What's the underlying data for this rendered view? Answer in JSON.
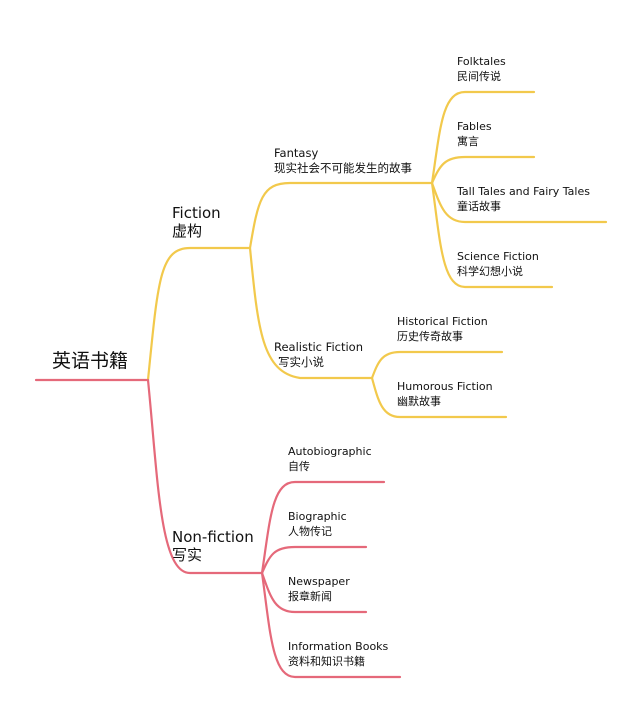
{
  "colors": {
    "fiction_branch": "#f2c94c",
    "nonfiction_branch": "#e5697a",
    "root_line": "#e5697a",
    "text": "#111111"
  },
  "root": {
    "label": "英语书籍"
  },
  "fiction": {
    "label_en": "Fiction",
    "label_zh": "虚构",
    "fantasy": {
      "label_en": "Fantasy",
      "label_zh": "现实社会不可能发生的故事",
      "children": [
        {
          "en": "Folktales",
          "zh": "民间传说"
        },
        {
          "en": "Fables",
          "zh": "寓言"
        },
        {
          "en": "Tall Tales and Fairy Tales",
          "zh": "童话故事"
        },
        {
          "en": "Science Fiction",
          "zh": "科学幻想小说"
        }
      ]
    },
    "realistic": {
      "label_en": "Realistic Fiction",
      "label_zh": "写实小说",
      "children": [
        {
          "en": "Historical Fiction",
          "zh": "历史传奇故事"
        },
        {
          "en": "Humorous Fiction",
          "zh": "幽默故事"
        }
      ]
    }
  },
  "nonfiction": {
    "label_en": "Non-fiction",
    "label_zh": "写实",
    "children": [
      {
        "en": "Autobiographic",
        "zh": "自传"
      },
      {
        "en": "Biographic",
        "zh": "人物传记"
      },
      {
        "en": "Newspaper",
        "zh": "报章新闻"
      },
      {
        "en": "Information Books",
        "zh": "资料和知识书籍"
      }
    ]
  }
}
